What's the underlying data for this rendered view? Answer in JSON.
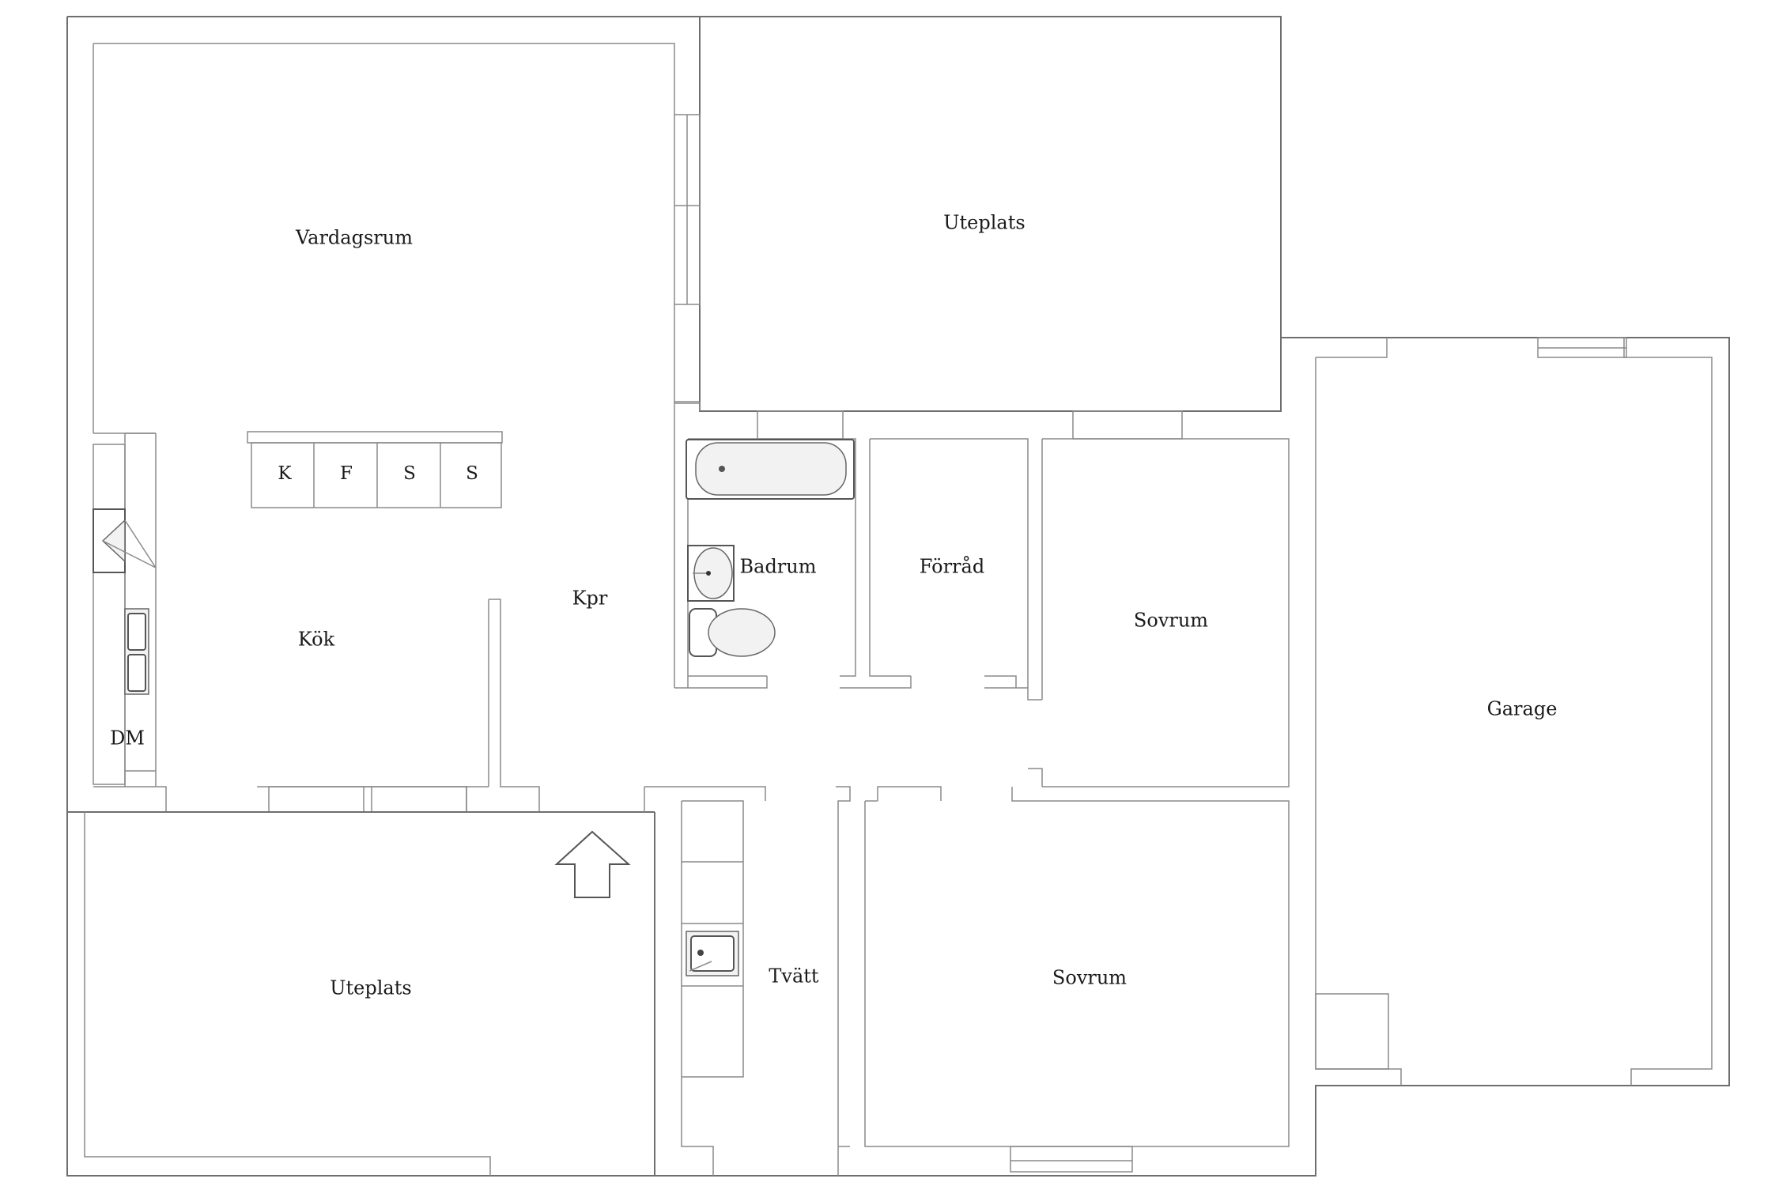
{
  "rooms": {
    "vardagsrum": "Vardagsrum",
    "uteplats_top": "Uteplats",
    "kok": "Kök",
    "kpr": "Kpr",
    "dm": "DM",
    "badrum": "Badrum",
    "forrad": "Förråd",
    "sovrum_top": "Sovrum",
    "garage": "Garage",
    "uteplats_bottom": "Uteplats",
    "tvatt": "Tvätt",
    "sovrum_bottom": "Sovrum"
  },
  "appliances": [
    "K",
    "F",
    "S",
    "S"
  ],
  "colors": {
    "wall": "#6e6e6e",
    "text": "#1a1a1a",
    "background": "#ffffff"
  },
  "icons": {
    "entrance": "arrow-up-icon",
    "bathtub": "bathtub-icon",
    "toilet": "toilet-icon",
    "washbasin": "washbasin-icon",
    "sink": "sink-icon",
    "stove": "stove-icon"
  }
}
